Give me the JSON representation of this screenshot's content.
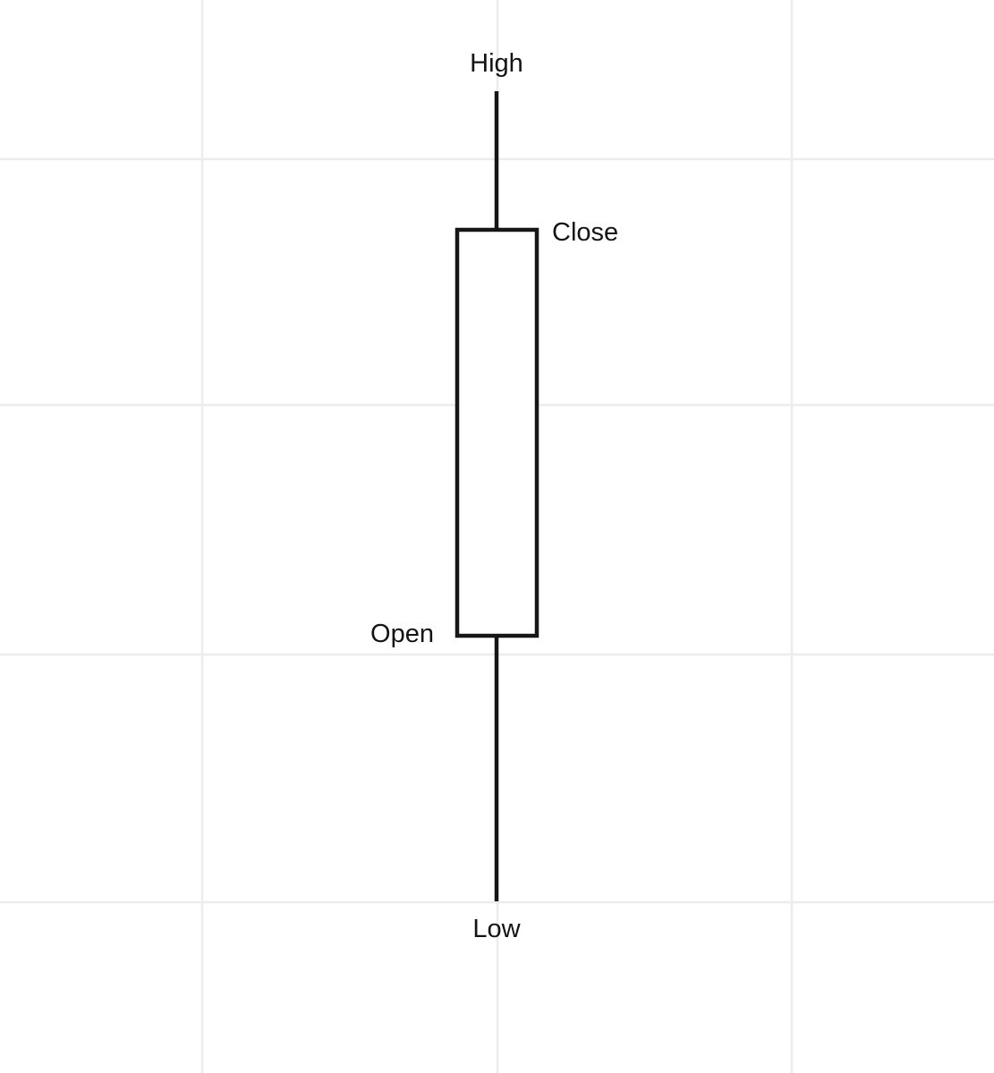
{
  "diagram": {
    "labels": {
      "high": "High",
      "close": "Close",
      "open": "Open",
      "low": "Low"
    },
    "colors": {
      "background": "#ffffff",
      "grid": "#ececec",
      "stroke": "#161616",
      "text": "#141414"
    }
  }
}
